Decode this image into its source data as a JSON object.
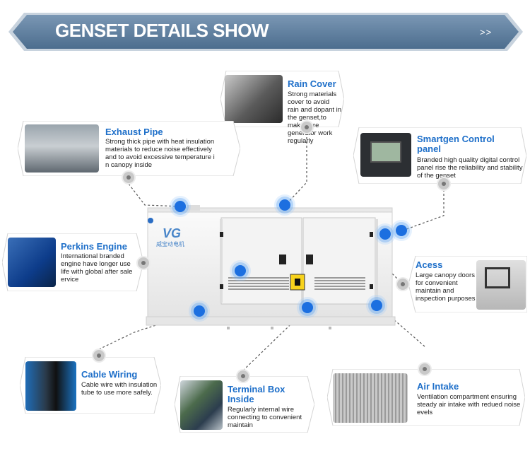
{
  "banner": {
    "title": "GENSET DETAILS SHOW",
    "arrows": ">>"
  },
  "brand": {
    "logo_letters": "VG",
    "logo_text": "威宝动电机"
  },
  "features": [
    {
      "id": "rain-cover",
      "title": "Rain Cover",
      "desc": [
        "Strong materials cover to avoid",
        "rain and dopant in the genset,to",
        "make sure generator work",
        "regularly"
      ]
    },
    {
      "id": "exhaust-pipe",
      "title": "Exhaust Pipe",
      "desc": [
        "Strong thick pipe with heat insulation",
        "materials to reduce noise effectively",
        "and to avoid excessive temperature i",
        "n canopy inside"
      ]
    },
    {
      "id": "smartgen-panel",
      "title": [
        "Smartgen Control",
        "panel"
      ],
      "desc": [
        "Branded high quality digital control",
        "panel rise the reliability and stability",
        "of the genset"
      ]
    },
    {
      "id": "perkins-engine",
      "title": "Perkins Engine",
      "desc": [
        "International branded",
        "engine have longer use",
        "life with global after sale",
        "ervice"
      ]
    },
    {
      "id": "acess",
      "title": "Acess",
      "desc": [
        "Large canopy doors",
        "for convenient",
        "maintain and",
        "inspection purposes"
      ]
    },
    {
      "id": "cable-wiring",
      "title": "Cable Wiring",
      "desc": [
        "Cable wire with insulation",
        "tube to use more safely."
      ]
    },
    {
      "id": "terminal-box",
      "title": [
        "Terminal Box",
        "Inside"
      ],
      "desc": [
        "Regularly internal wire",
        "connecting to convenient",
        "maintain"
      ]
    },
    {
      "id": "air-intake",
      "title": "Air Intake",
      "desc": [
        "Ventilation compartment ensuring",
        "steady air intake with redued noise",
        "evels"
      ]
    }
  ],
  "colors": {
    "banner": "#5d7c9b",
    "title_blue": "#1e6fc9",
    "hotspot_blue": "#1c6fe0",
    "canopy": "#f1f1f1"
  }
}
